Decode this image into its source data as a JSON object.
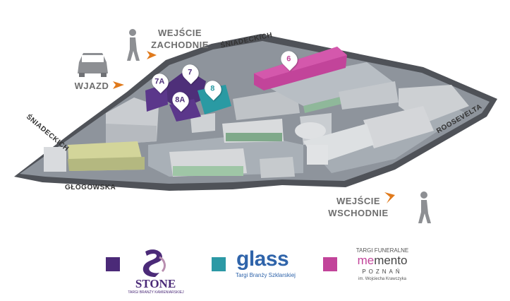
{
  "labels": {
    "west_entrance": "WEJŚCIE\nZACHODNIE",
    "east_entrance": "WEJŚCIE\nWSCHODNIE",
    "vehicle_entry": "WJAZD"
  },
  "streets": {
    "sniadeckich_top": "ŚNIADECKICH",
    "sniadeckich_left": "ŚNIADECKICH",
    "glogowska": "GŁOGOWSKA",
    "roosevelta": "ROOSEVELTA"
  },
  "pavilions": [
    {
      "id": "6",
      "color": "#c2449a"
    },
    {
      "id": "7",
      "color": "#4e2f79"
    },
    {
      "id": "7A",
      "color": "#4e2f79"
    },
    {
      "id": "8",
      "color": "#2a9aa3"
    },
    {
      "id": "8A",
      "color": "#4e2f79"
    }
  ],
  "legend": {
    "stone": {
      "color": "#4b2a78",
      "name": "STONE",
      "tagline": "TARGI BRANŻY KAMIENIARSKIEJ"
    },
    "glass": {
      "color": "#2c99a5",
      "name": "glass",
      "tagline": "Targi Branży Szklarskiej"
    },
    "memento": {
      "color": "#c2449a",
      "line1": "TARGI FUNERALNE",
      "name_me": "me",
      "name_mento": "mento",
      "city": "POZNAŃ",
      "tagline": "im. Wojciecha Krawczyka"
    }
  },
  "icons": {
    "car": "car-icon",
    "pedestrian": "pedestrian-icon",
    "arrow": "arrow-icon"
  }
}
